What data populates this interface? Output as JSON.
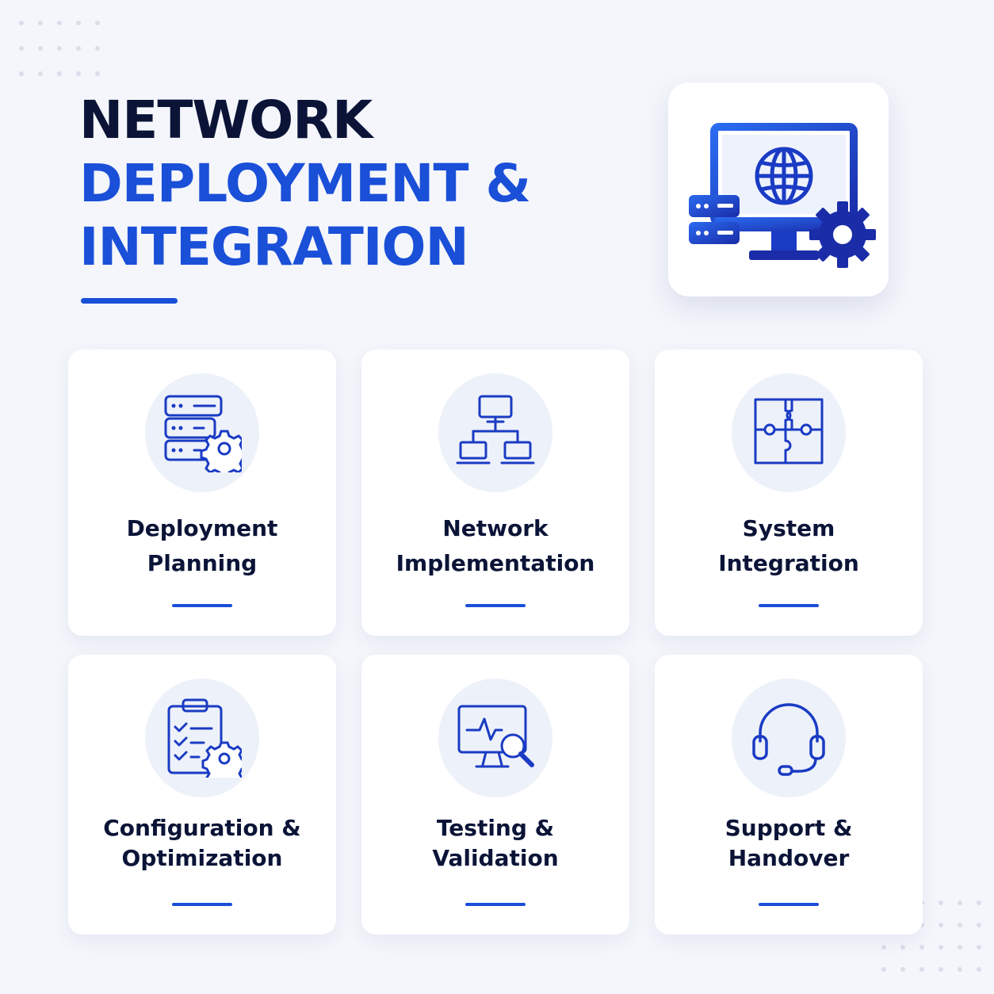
{
  "title": {
    "line1": "NETWORK",
    "line2": "DEPLOYMENT &",
    "line3": "INTEGRATION"
  },
  "colors": {
    "navy": "#0b1437",
    "accent": "#1a4fd8",
    "background": "#f4f6fb",
    "card": "#ffffff",
    "icon_circle": "#edf1f9"
  },
  "hero_icon": "monitor-globe-server-gear-icon",
  "cards": [
    {
      "line1": "Deployment",
      "line2": "Planning",
      "icon": "server-gear-icon"
    },
    {
      "line1": "Network",
      "line2": "Implementation",
      "icon": "network-topology-icon"
    },
    {
      "line1": "System",
      "line2": "Integration",
      "icon": "puzzle-icon"
    },
    {
      "line1": "Configuration &",
      "line2": "Optimization",
      "icon": "clipboard-gear-icon"
    },
    {
      "line1": "Testing &",
      "line2": "Validation",
      "icon": "monitor-search-icon"
    },
    {
      "line1": "Support &",
      "line2": "Handover",
      "icon": "headset-icon"
    }
  ]
}
